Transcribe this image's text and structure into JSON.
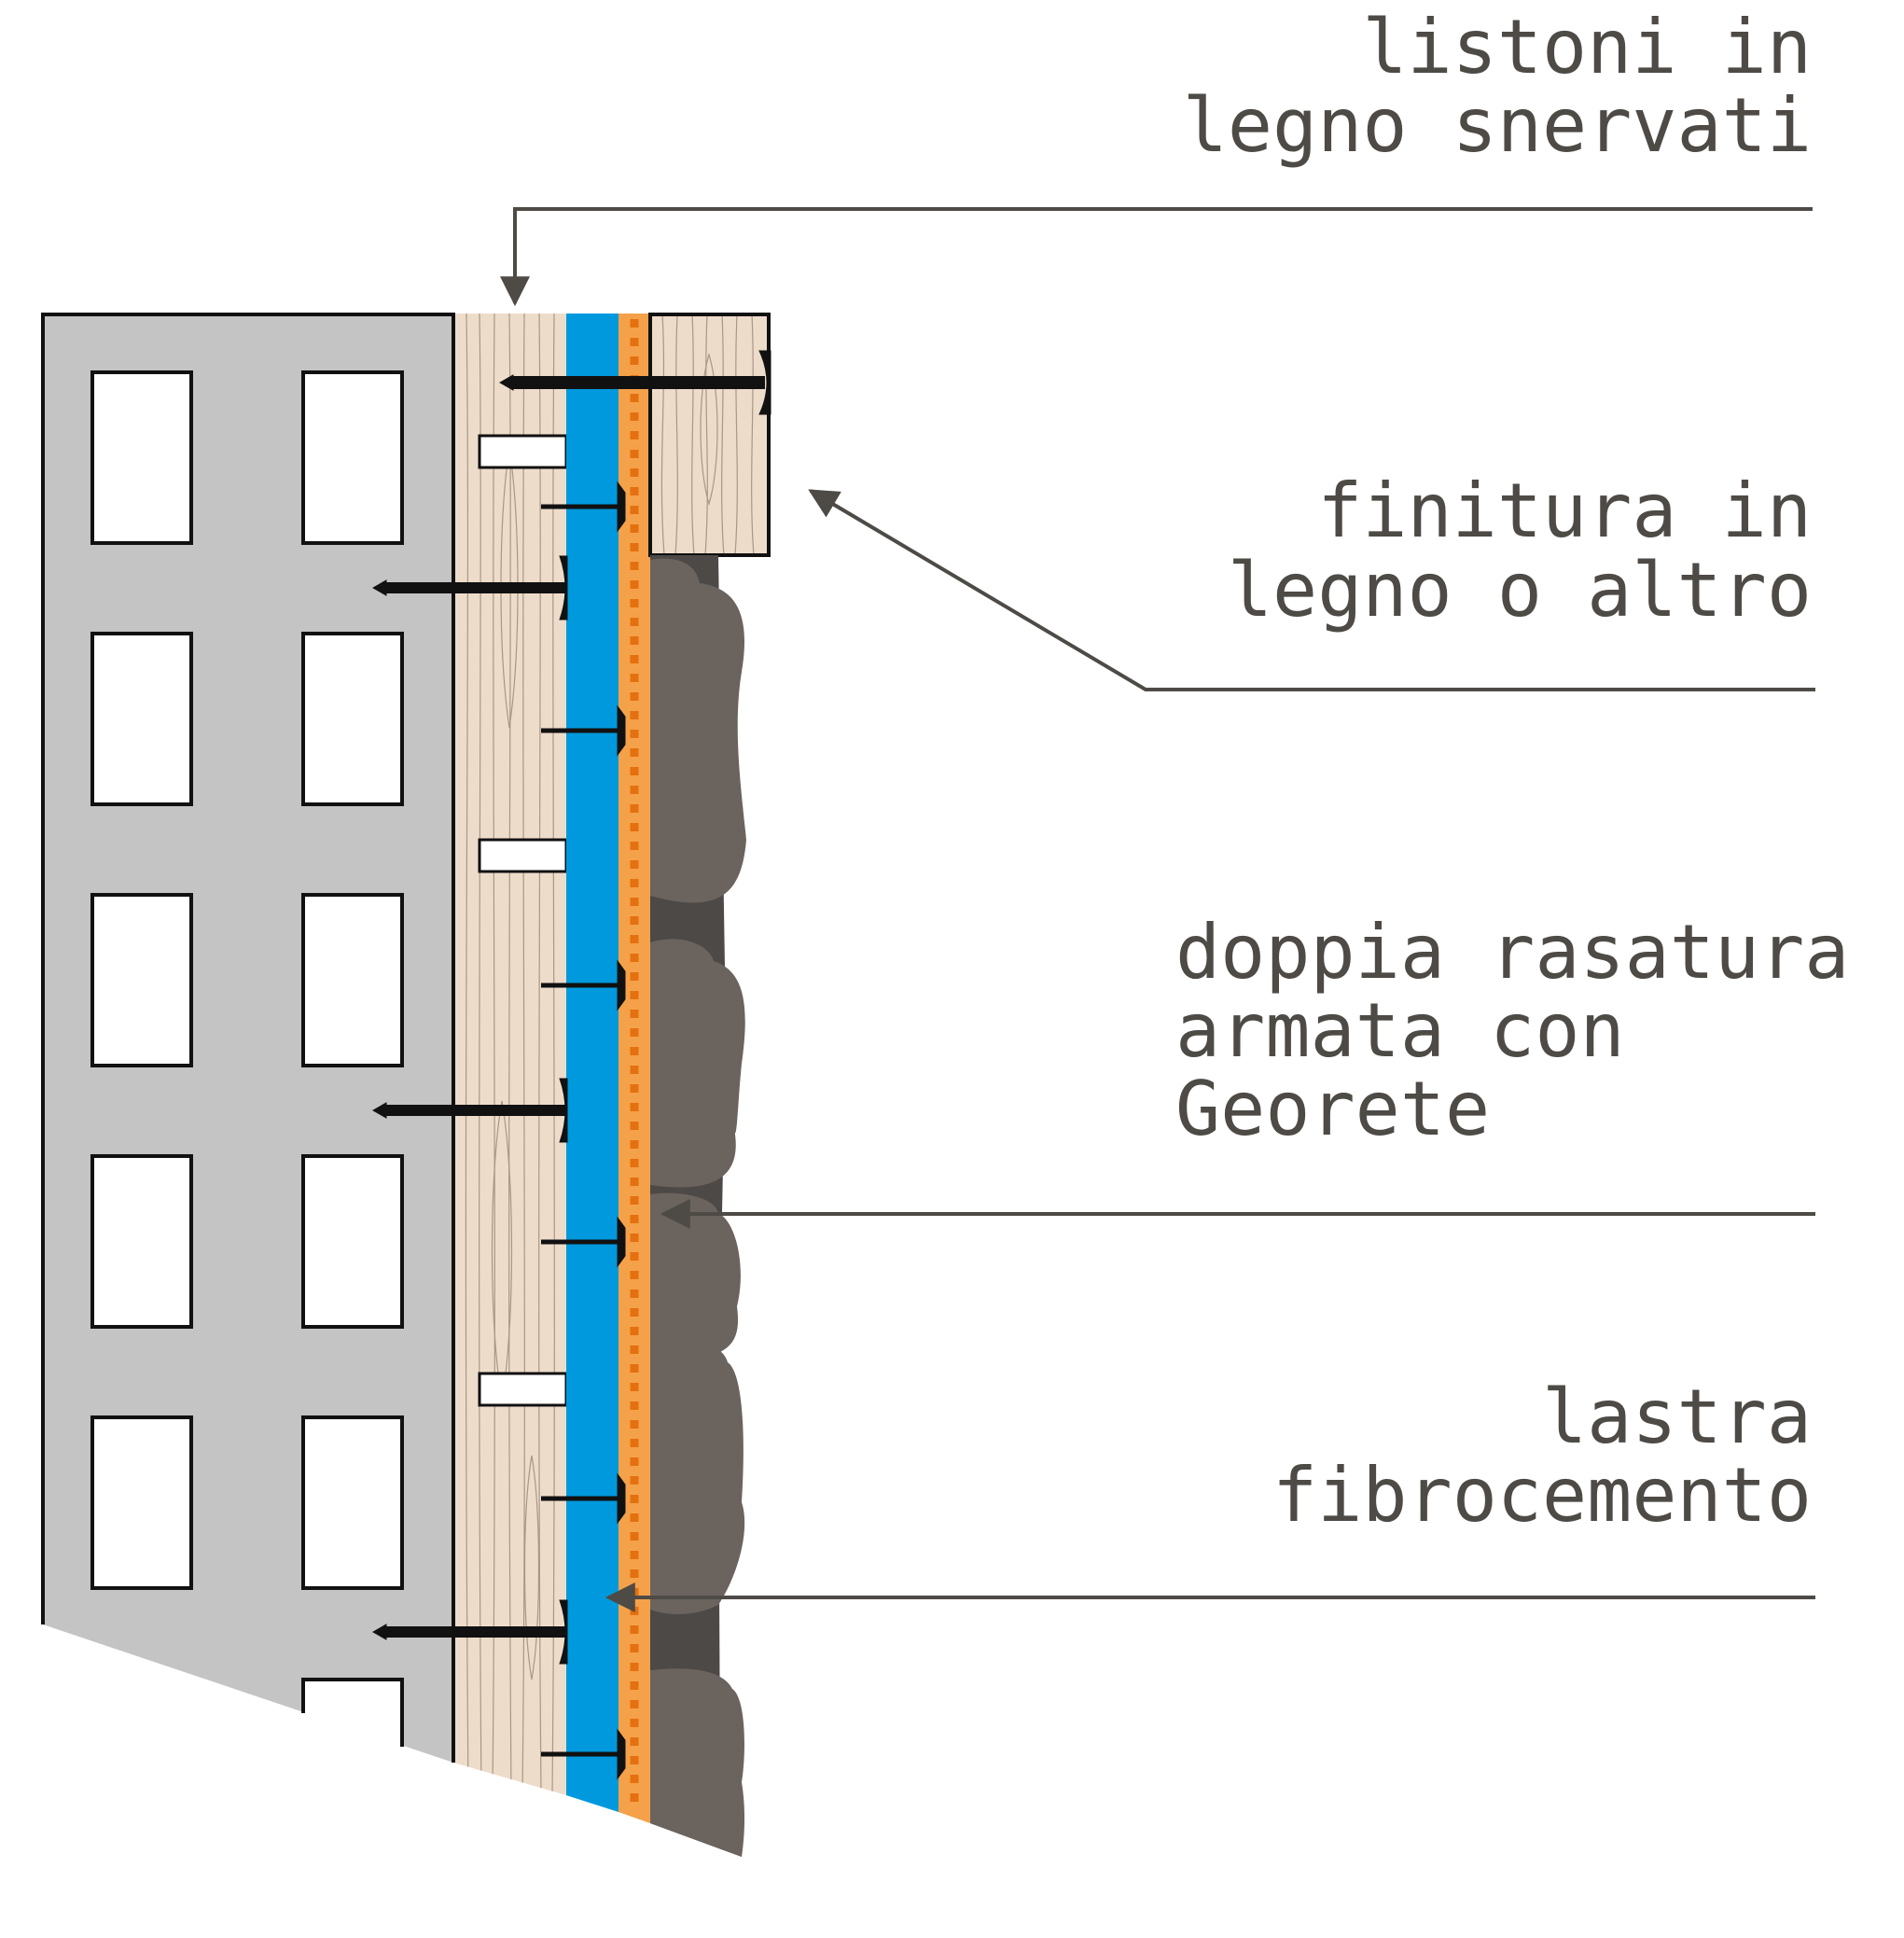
{
  "colors": {
    "block": "#c4c4c4",
    "outline": "#111111",
    "wood": "#eedccb",
    "wood_grain": "#8a7a6a",
    "insulation": "#0099dd",
    "mesh": "#f5a14a",
    "mesh_dots": "#e4700f",
    "stone": "#6b635e",
    "stone_dark": "#4c4947",
    "leader": "#4e4a46",
    "fastener": "#111111"
  },
  "labels": {
    "listoni": {
      "line1": "listoni in",
      "line2": "legno snervati"
    },
    "finitura": {
      "line1": "finitura in",
      "line2": "legno o altro"
    },
    "rasatura": {
      "line1": "doppia rasatura",
      "line2": "armata con",
      "line3": "Georete"
    },
    "lastra": {
      "line1": "lastra",
      "line2": "fibrocemento"
    }
  }
}
